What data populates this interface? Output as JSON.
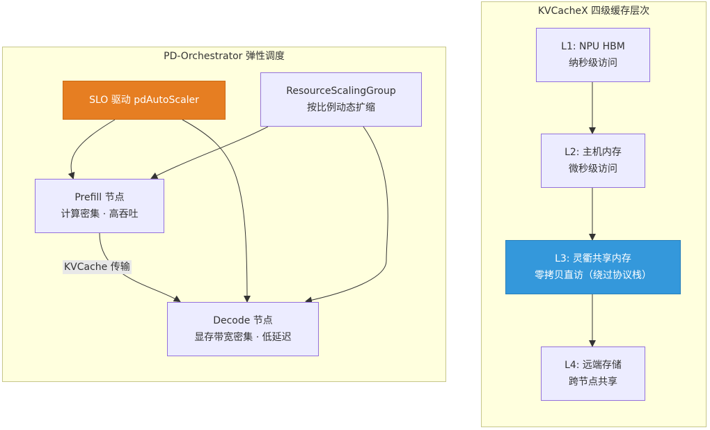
{
  "pd_cluster": {
    "title": "PD-Orchestrator 弹性调度",
    "nodes": {
      "slo": {
        "line1": "SLO 驱动 pdAutoScaler",
        "line2": "",
        "fill": "#e67e22"
      },
      "rsg": {
        "line1": "ResourceScalingGroup",
        "line2": "按比例动态扩缩"
      },
      "prefill": {
        "line1": "Prefill 节点",
        "line2": "计算密集 · 高吞吐"
      },
      "decode": {
        "line1": "Decode 节点",
        "line2": "显存带宽密集 · 低延迟"
      }
    },
    "edge_label": "KVCache 传输"
  },
  "kv_cluster": {
    "title": "KVCacheX 四级缓存层次",
    "nodes": {
      "l1": {
        "line1": "L1: NPU HBM",
        "line2": "纳秒级访问"
      },
      "l2": {
        "line1": "L2: 主机内存",
        "line2": "微秒级访问"
      },
      "l3": {
        "line1": "L3: 灵衢共享内存",
        "line2": "零拷贝直访（绕过协议栈）",
        "fill": "#3498db"
      },
      "l4": {
        "line1": "L4: 远端存储",
        "line2": "跨节点共享"
      }
    }
  },
  "colors": {
    "cluster_fill": "#ffffde",
    "node_fill": "#ececff",
    "node_border": "#9370db",
    "edge": "#333333"
  }
}
